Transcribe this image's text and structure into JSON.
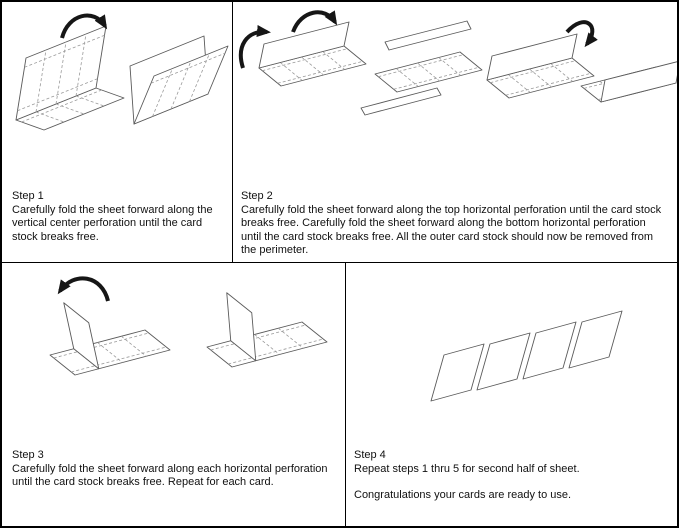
{
  "colors": {
    "border": "#000000",
    "sheet_stroke": "#5a5a5a",
    "perforation": "#9a9a9a",
    "arrow": "#161616",
    "background": "#ffffff"
  },
  "panels": [
    {
      "step_label": "Step 1",
      "description": "Carefully fold the sheet forward along the vertical center perforation until the card stock breaks free."
    },
    {
      "step_label": "Step 2",
      "description": "Carefully fold the sheet forward along the top horizontal perforation until the card stock breaks free. Carefully fold the sheet forward along the bottom horizontal perforation until the card stock breaks free. All the outer card stock should now be removed from the perimeter."
    },
    {
      "step_label": "Step 3",
      "description": "Carefully fold the sheet forward along each horizontal perforation until the card stock breaks free. Repeat for each card."
    },
    {
      "step_label": "Step 4",
      "description": "Repeat steps 1 thru 5 for second half of sheet.",
      "description_2": "Congratulations your cards are ready to use."
    }
  ]
}
